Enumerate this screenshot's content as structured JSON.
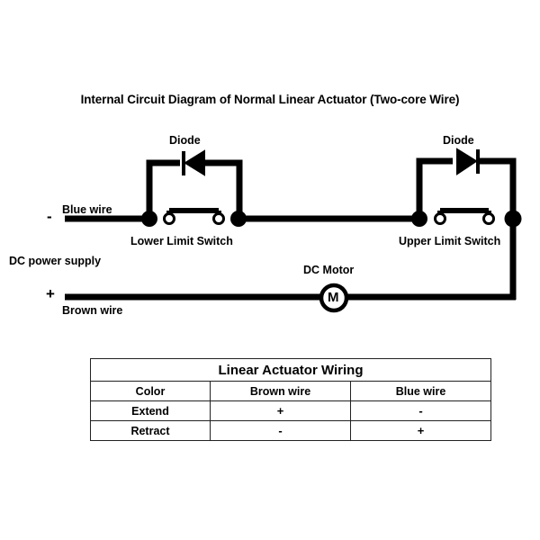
{
  "diagram": {
    "title": "Internal Circuit Diagram of Normal Linear Actuator (Two-core Wire)",
    "labels": {
      "diode_left": "Diode",
      "diode_right": "Diode",
      "blue_wire": "Blue wire",
      "brown_wire": "Brown wire",
      "lower_limit_switch": "Lower Limit Switch",
      "upper_limit_switch": "Upper Limit Switch",
      "dc_power_supply": "DC power supply",
      "dc_motor": "DC Motor",
      "motor_symbol": "M",
      "negative_terminal": "-",
      "positive_terminal": "+"
    },
    "colors": {
      "wire": "#000000",
      "background": "#ffffff",
      "contact_fill": "#ffffff"
    }
  },
  "table": {
    "title": "Linear Actuator Wiring",
    "columns": [
      "Color",
      "Brown wire",
      "Blue wire"
    ],
    "rows": [
      {
        "label": "Extend",
        "brown": "+",
        "blue": "-"
      },
      {
        "label": "Retract",
        "brown": "-",
        "blue": "+"
      }
    ]
  }
}
